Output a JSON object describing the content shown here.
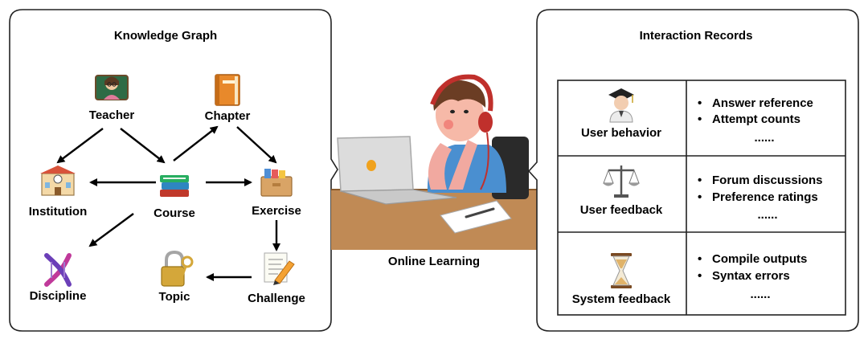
{
  "knowledge_graph": {
    "title": "Knowledge Graph",
    "nodes": {
      "teacher": "Teacher",
      "chapter": "Chapter",
      "institution": "Institution",
      "course": "Course",
      "exercise": "Exercise",
      "discipline": "Discipline",
      "topic": "Topic",
      "challenge": "Challenge"
    },
    "icons": {
      "teacher": "teacher-icon",
      "chapter": "book-icon",
      "institution": "school-building-icon",
      "course": "books-stack-icon",
      "exercise": "card-file-box-icon",
      "discipline": "dna-icon",
      "topic": "lock-with-key-icon",
      "challenge": "memo-pencil-icon"
    }
  },
  "center": {
    "caption": "Online Learning"
  },
  "interaction_records": {
    "title": "Interaction Records",
    "rows": [
      {
        "label": "User behavior",
        "icon": "student-icon",
        "bullets": [
          "Answer reference",
          "Attempt counts"
        ],
        "ellipsis": "......"
      },
      {
        "label": "User feedback",
        "icon": "balance-scale-icon",
        "bullets": [
          "Forum discussions",
          "Preference ratings"
        ],
        "ellipsis": "......"
      },
      {
        "label": "System feedback",
        "icon": "hourglass-icon",
        "bullets": [
          "Compile outputs",
          "Syntax errors"
        ],
        "ellipsis": "......"
      }
    ]
  },
  "colors": {
    "panel_border": "#222222",
    "desk": "#c08a55",
    "shirt": "#4a8fd0",
    "headphones": "#c0302c",
    "laptop": "#dcdcdc"
  }
}
